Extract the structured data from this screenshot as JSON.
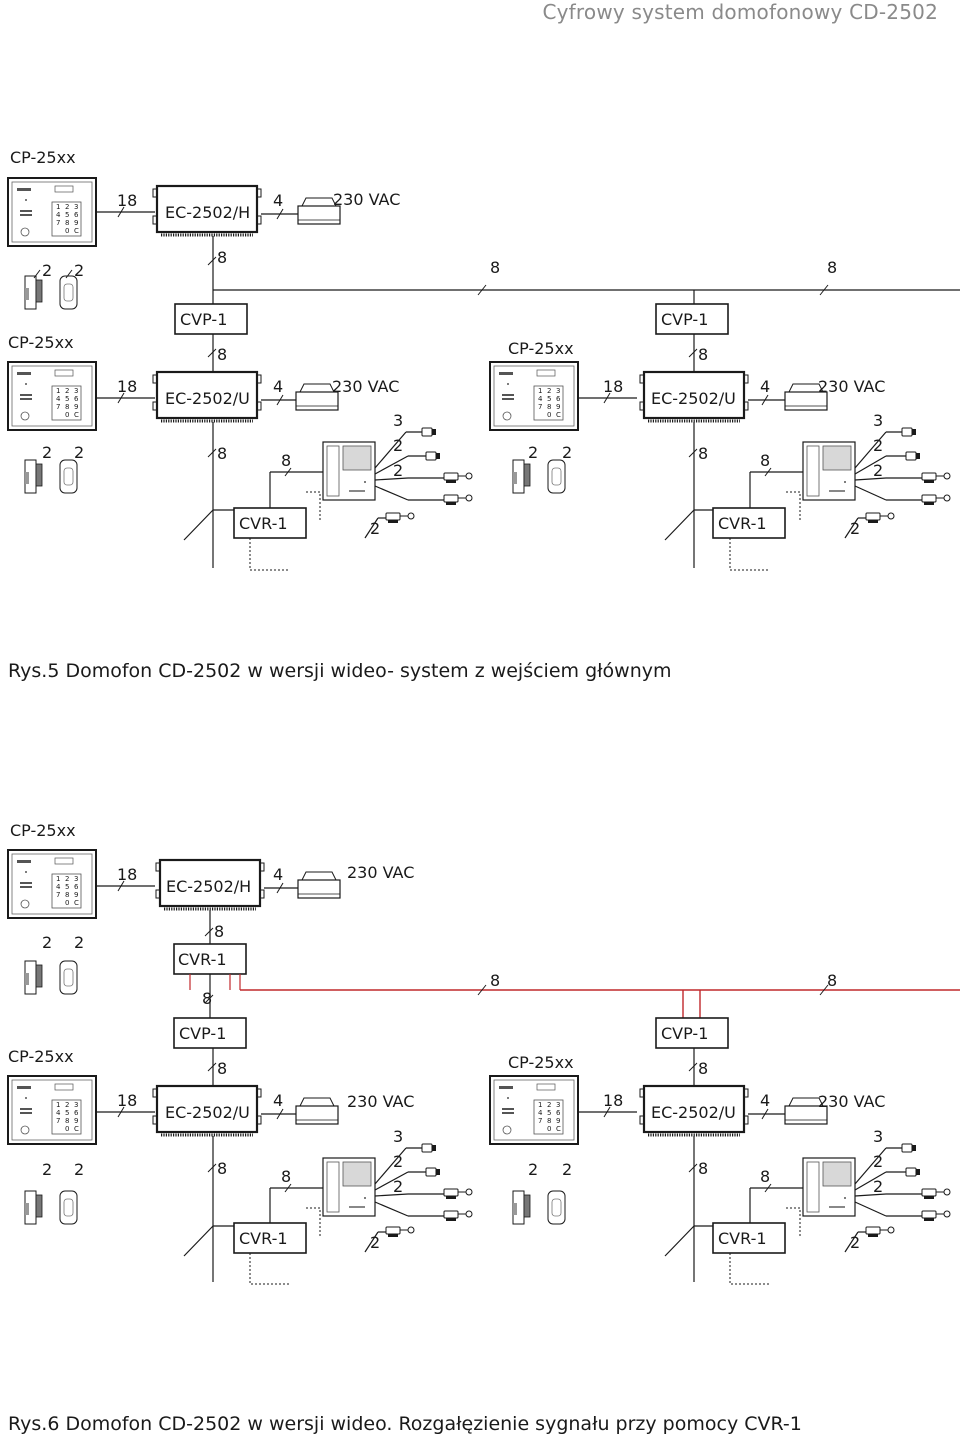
{
  "page": {
    "header": "Cyfrowy system domofonowy CD-2502"
  },
  "fig5": {
    "caption": "Rys.5 Domofon CD-2502 w wersji wideo- system z wejściem głównym",
    "main_panel": "CP-25xx",
    "main_controller": "EC-2502/H",
    "left_panel": "CP-25xx",
    "right_panel": "CP-25xx",
    "cvp": "CVP-1",
    "controller": "EC-2502/U",
    "cvr": "CVR-1",
    "power": "230 VAC",
    "w18": "18",
    "w4": "4",
    "w8": "8",
    "w3": "3",
    "w2": "2"
  },
  "fig6": {
    "caption": "Rys.6 Domofon CD-2502 w wersji wideo. Rozgałęzienie sygnału przy pomocy CVR-1",
    "main_panel": "CP-25xx",
    "main_controller": "EC-2502/H",
    "main_cvr": "CVR-1",
    "left_panel": "CP-25xx",
    "right_panel": "CP-25xx",
    "cvp": "CVP-1",
    "controller": "EC-2502/U",
    "cvr": "CVR-1",
    "power": "230 VAC",
    "w18": "18",
    "w4": "4",
    "w8": "8",
    "w3": "3",
    "w2": "2"
  },
  "keypad": [
    "1",
    "2",
    "3",
    "4",
    "5",
    "6",
    "7",
    "8",
    "9",
    "",
    "0",
    "C"
  ],
  "colors": {
    "line": "#1a1a1a",
    "red": "#c0282c",
    "header": "#8a8a8a"
  }
}
